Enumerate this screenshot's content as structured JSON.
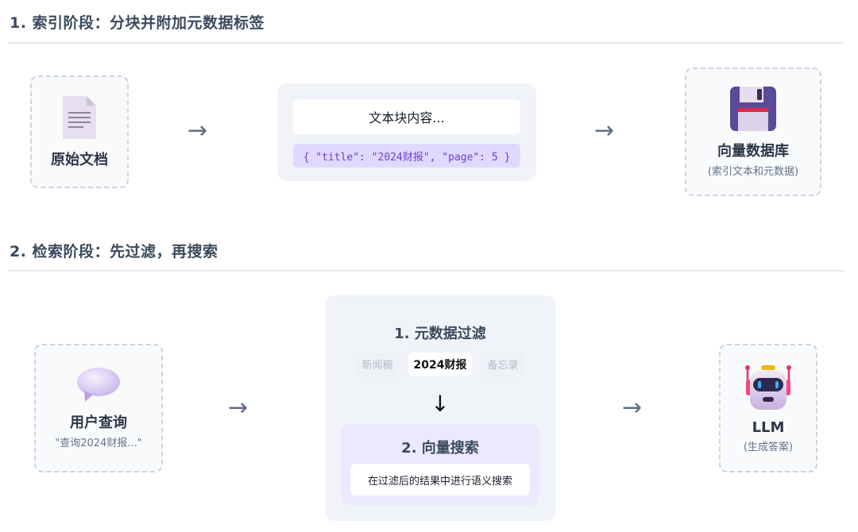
{
  "sections": [
    {
      "title": "1. 索引阶段：分块并附加元数据标签",
      "source": {
        "icon": "document-icon",
        "title": "原始文档"
      },
      "chunk": {
        "text": "文本块内容...",
        "metadata": "{ \"title\": \"2024财报\", \"page\": 5 }"
      },
      "target": {
        "icon": "floppy-disk-icon",
        "title": "向量数据库",
        "subtitle": "(索引文本和元数据)"
      }
    },
    {
      "title": "2. 检索阶段：先过滤，再搜索",
      "source": {
        "icon": "speech-bubble-icon",
        "title": "用户查询",
        "subtitle": "\"查询2024财报...\""
      },
      "filter": {
        "title": "1. 元数据过滤",
        "chips": [
          {
            "label": "新闻稿",
            "active": false
          },
          {
            "label": "2024财报",
            "active": true
          },
          {
            "label": "备忘录",
            "active": false
          }
        ],
        "arrow": "↓"
      },
      "search": {
        "title": "2. 向量搜索",
        "description": "在过滤后的结果中进行语义搜索"
      },
      "target": {
        "icon": "robot-icon",
        "title": "LLM",
        "subtitle": "(生成答案)"
      }
    }
  ],
  "arrow_glyph": "→",
  "colors": {
    "metadata_bg": "#e0d9ff",
    "metadata_text": "#6d3fc9",
    "search_bg": "#ece8fe",
    "panel_bg": "#f0f3f8",
    "dash_border": "#cbd5e1"
  }
}
